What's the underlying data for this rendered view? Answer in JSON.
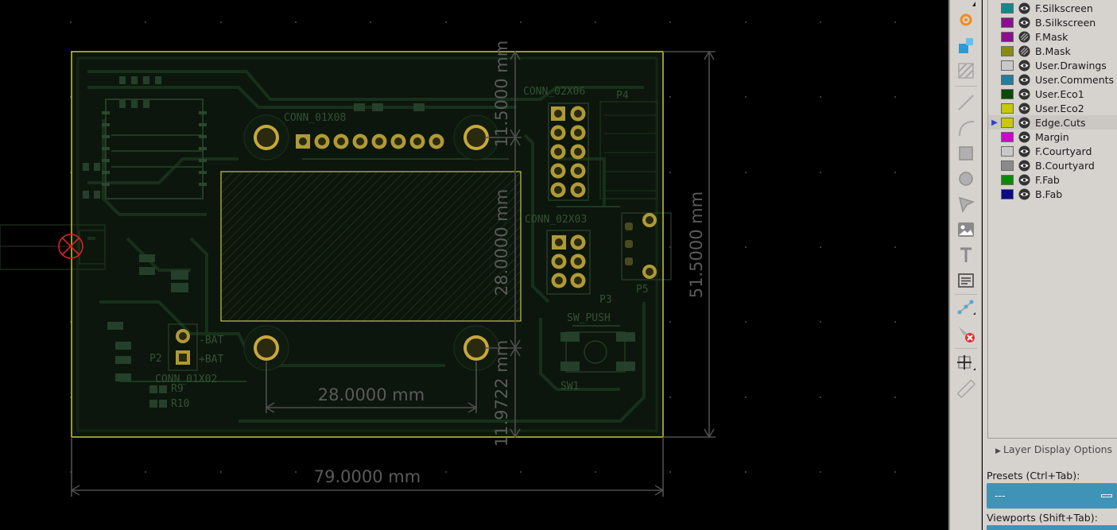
{
  "board": {
    "dimensions": {
      "width": "79.0000  mm",
      "height": "51.5000  mm",
      "display_w": "28.0000  mm",
      "display_h": "28.0000  mm",
      "top_offset": "11.5000  mm",
      "bottom_offset": "11.9722  mm"
    },
    "refs": {
      "p4": "P4",
      "p3": "P3",
      "p5": "P5",
      "sw1": "SW1",
      "sw_push": "SW_PUSH",
      "bat_neg": "-BAT",
      "bat_pos": "+BAT",
      "conn_6": "CONN_02X06",
      "conn_3": "CONN_02X03",
      "conn_row": "CONN_01X08",
      "conn_01x02": "CONN_01X02",
      "r9": "R9",
      "r10": "R10",
      "p2": "P2"
    }
  },
  "layers": [
    {
      "name": "F.Silkscreen",
      "color": "#0f8a8a",
      "visible": true
    },
    {
      "name": "B.Silkscreen",
      "color": "#8a0f8a",
      "visible": true
    },
    {
      "name": "F.Mask",
      "color": "#8a0f8a",
      "visible": false
    },
    {
      "name": "B.Mask",
      "color": "#8a8a0f",
      "visible": false
    },
    {
      "name": "User.Drawings",
      "color": "#c8c8c8",
      "visible": true
    },
    {
      "name": "User.Comments",
      "color": "#1f7f9f",
      "visible": true
    },
    {
      "name": "User.Eco1",
      "color": "#0a4a0a",
      "visible": true
    },
    {
      "name": "User.Eco2",
      "color": "#c8c80a",
      "visible": true
    },
    {
      "name": "Edge.Cuts",
      "color": "#c8c80a",
      "visible": true,
      "active": true
    },
    {
      "name": "Margin",
      "color": "#c80ac8",
      "visible": true
    },
    {
      "name": "F.Courtyard",
      "color": "#c8c8c8",
      "visible": true
    },
    {
      "name": "B.Courtyard",
      "color": "#8a8a8a",
      "visible": true
    },
    {
      "name": "F.Fab",
      "color": "#0a8a0a",
      "visible": true
    },
    {
      "name": "B.Fab",
      "color": "#0a0a8a",
      "visible": true
    }
  ],
  "panel": {
    "layer_display_options": "Layer Display Options",
    "presets_label": "Presets (Ctrl+Tab):",
    "presets_value": "---",
    "viewports_label": "Viewports (Shift+Tab):"
  },
  "tools": [
    "origin-icon",
    "shapes-icon",
    "zone-icon",
    "line-icon",
    "arc-icon",
    "rectangle-icon",
    "circle-icon",
    "polygon-icon",
    "image-icon",
    "text-icon",
    "textbox-icon",
    "dimension-icon",
    "delete-icon",
    "anchor-icon",
    "measure-icon"
  ],
  "colors": {
    "board_outline": "#c8c83a",
    "dimension": "#5a5a5a",
    "panel_bg": "#d6d2ce",
    "preset_bg": "#3f93b6"
  }
}
